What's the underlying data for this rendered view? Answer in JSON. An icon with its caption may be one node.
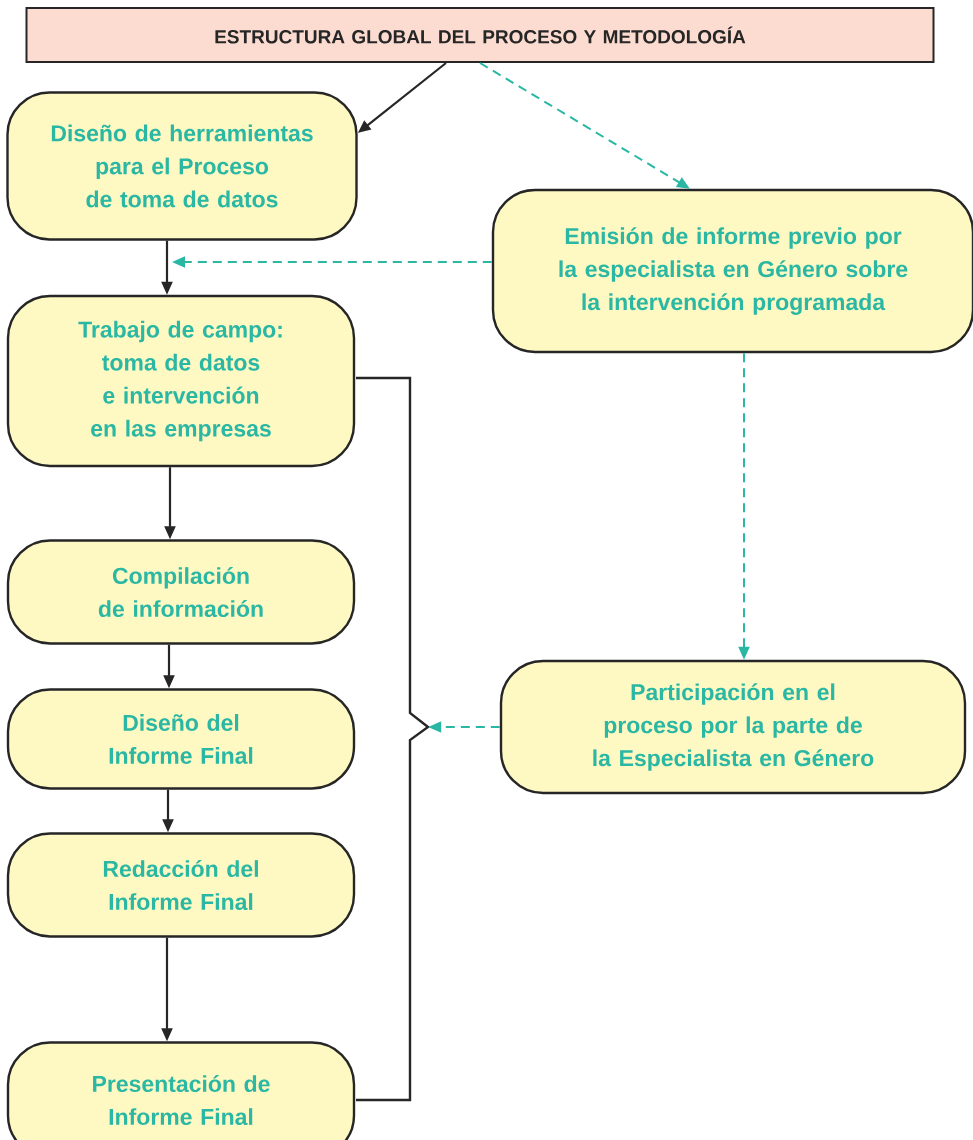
{
  "diagram": {
    "nodes": [
      {
        "text": [
          "ESTRUCTURA GLOBAL DEL PROCESO Y METODOLOGÍA"
        ]
      },
      {
        "text": [
          "Diseño de herramientas para el Proceso de toma de datos"
        ]
      },
      {
        "text": [
          "Emisión de informe previo por la especialista en Género sobre la intervención programada"
        ]
      },
      {
        "text": [
          "Trabajo de campo: toma de datos e intervención en las empresas"
        ]
      },
      {
        "text": [
          "Compilación de información"
        ]
      },
      {
        "text": [
          "Diseño del Informe Final"
        ]
      },
      {
        "text": [
          "Redacción del Informe Final"
        ]
      },
      {
        "text": [
          "Presentación de Informe Final"
        ]
      },
      {
        "text": [
          "Participación en el proceso por la parte de la Especialista en Género"
        ]
      },
      {
        "text": [],
        "shape": "bracket"
      }
    ],
    "edges": [
      {
        "from": 0,
        "to": 1,
        "arrow": "to"
      },
      {
        "from": 0,
        "to": 2,
        "arrow": "to",
        "style": "dashed",
        "color": "#2ab7a3"
      },
      {
        "from": 1,
        "to": 3,
        "arrow": "to"
      },
      {
        "from": 2,
        "to": null,
        "arrow": "to",
        "style": "dashed",
        "color": "#2ab7a3"
      },
      {
        "from": 3,
        "to": 4,
        "arrow": "to"
      },
      {
        "from": 4,
        "to": 5,
        "arrow": "to"
      },
      {
        "from": 5,
        "to": 6,
        "arrow": "to"
      },
      {
        "from": 6,
        "to": 7,
        "arrow": "to"
      },
      {
        "from": 2,
        "to": 8,
        "arrow": "to",
        "style": "dashed",
        "color": "#2ab7a3"
      },
      {
        "from": 8,
        "to": 9,
        "arrow": "to",
        "style": "dashed",
        "color": "#2ab7a3"
      }
    ]
  }
}
